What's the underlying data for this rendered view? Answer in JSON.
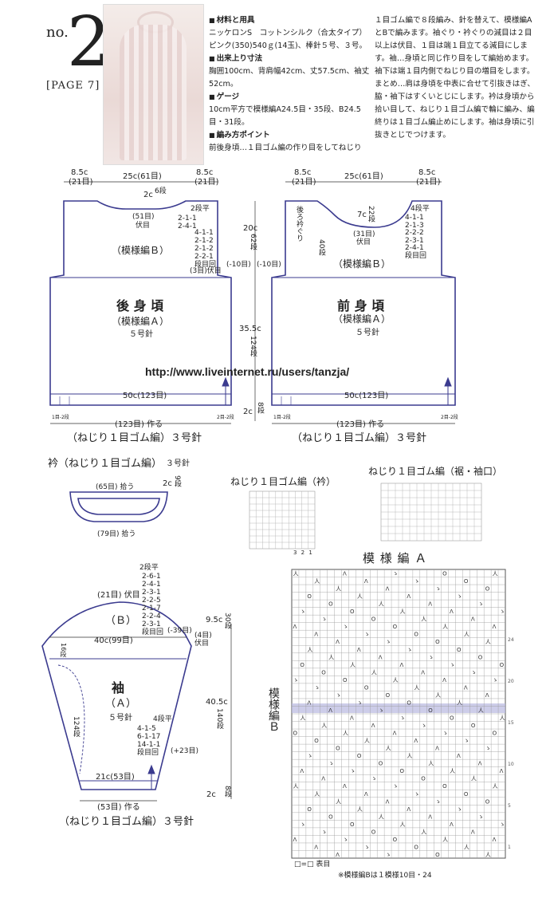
{
  "header": {
    "no_label": "no.",
    "no_number": "2",
    "page_ref": "[PAGE 7]",
    "materials_heading": "材料と用具",
    "materials_text": "ニッケロンS　コットンシルク（合太タイプ）ピンク(350)540ｇ(14玉)、棒針５号、３号。",
    "size_heading": "出来上り寸法",
    "size_text": "胸囲100cm、背肩幅42cm、丈57.5cm、袖丈52cm。",
    "gauge_heading": "ゲージ",
    "gauge_text": "10cm平方で模様編A24.5目・35段、B24.5目・31段。",
    "method_heading": "編み方ポイント",
    "method_text": "前後身頃…１目ゴム編の作り目をしてねじり",
    "description": "１目ゴム編で８段編み、針を替えて、模様編AとBで編みます。袖ぐり・衿ぐりの減目は２目以上は伏目、１目は端１目立てる減目にします。袖…身頃と同じ作り目をして編始めます。袖下は端１目内側でねじり目の増目をします。まとめ…肩は身頃を中表に合せて引抜きはぎ、脇・袖下はすくいとじにします。衿は身頃から拾い目して、ねじり１目ゴム編で輪に編み、編終りは１目ゴム編止めにします。袖は身頃に引抜きとじでつけます。"
  },
  "back": {
    "top_left": "8.5c",
    "top_left_sub": "(21目)",
    "top_mid": "25c(61目)",
    "top_right": "8.5c",
    "top_right_sub": "(21目)",
    "neck_c": "2c",
    "neck_rows": "6段",
    "neck_bind": "(51目)",
    "neck_bind2": "伏目",
    "neck_dec": "2-1-1\n2-4-1",
    "neck_dec_head": "2段平",
    "arm_dec": "4-1-1\n2-1-2\n2-1-2\n2-2-1\n段目回",
    "arm_bind": "(3目)伏目",
    "minus10": "(-10目)",
    "pattern_b": "（模様編Ｂ）",
    "title": "後 身 頃",
    "pattern_a": "（模様編Ａ）",
    "needle": "５号針",
    "width": "50c(123目)",
    "cast_on": "(123目) 作る",
    "rib": "（ねじり１目ゴム編）３号針",
    "corner_l": "1目-2段",
    "corner_r": "2目-2段"
  },
  "middle": {
    "yoke_c": "20c",
    "yoke_rows": "62段",
    "minus10": "(-10目)",
    "body_c": "35.5c",
    "body_rows": "124段",
    "rib_c": "2c",
    "rib_rows": "8段"
  },
  "front": {
    "top_left": "8.5c",
    "top_left_sub": "(21目)",
    "top_mid": "25c(61目)",
    "top_right": "8.5c",
    "top_right_sub": "(21目)",
    "neck_c": "7c",
    "neck_rows": "22段",
    "neck_bind": "(31目)",
    "neck_bind2": "伏目",
    "neck_dec_head": "4段平",
    "neck_dec": "4-1-1\n2-1-3\n2-2-2\n2-3-1\n2-4-1\n段目回",
    "back_neck": "後ろ衿ぐり",
    "back_neck_rows": "40段",
    "pattern_b": "（模様編Ｂ）",
    "title": "前 身 頃",
    "pattern_a": "（模様編Ａ）",
    "needle": "５号針",
    "width": "50c(123目)",
    "cast_on": "(123目) 作る",
    "rib": "（ねじり１目ゴム編）３号針",
    "corner_l": "1目-2段",
    "corner_r": "2目-2段"
  },
  "url": "http://www.liveinternet.ru/users/tanzja/",
  "collar": {
    "title": "衿（ねじり１目ゴム編）",
    "needle": "３号針",
    "pick_65": "(65目) 拾う",
    "pick_79": "(79目) 拾う",
    "c": "2c",
    "rows": "9段"
  },
  "rib_charts": {
    "collar_title": "ねじり１目ゴム編（衿）",
    "hem_title": "ねじり１目ゴム編（裾・袖口）",
    "nums": "3 2 1"
  },
  "sleeve": {
    "top_head": "2段平",
    "cap_dec": "2-6-1\n2-4-1\n2-3-1\n2-2-5\n2-1-7\n2-2-4\n2-3-1\n段目回",
    "bind_top": "(21目) 伏目",
    "b_label": "（Ｂ）",
    "width": "40c(99目)",
    "minus39": "(-39目)",
    "bind_side": "(4目)",
    "bind_side2": "伏目",
    "left_rows": "16段",
    "cap_c": "9.5c",
    "cap_rows": "30段",
    "title": "袖",
    "pattern_a": "（Ａ）",
    "needle": "５号針",
    "inc_head": "4段平",
    "inc": "4-1-5\n6-1-17\n14-1-1\n段目回",
    "plus23": "(+23目)",
    "left_side_rows": "124段",
    "body_c": "40.5c",
    "body_rows": "140段",
    "cuff_width": "21c(53目)",
    "rib_c": "2c",
    "rib_rows": "8段",
    "cast_on": "(53目) 作る",
    "rib": "（ねじり１目ゴム編）３号針"
  },
  "pattern_chart": {
    "title": "模 様 編 Ａ",
    "side_label": "模様編Ｂ",
    "legend": "□=□ 表目",
    "note": "※模様編Bは１模様10目・24",
    "row_numbers": [
      "24",
      "20",
      "15",
      "10",
      "5",
      "1"
    ]
  },
  "colors": {
    "outline": "#3b3b8f",
    "accent_band": "#b8b8e0",
    "grid": "#777777"
  }
}
